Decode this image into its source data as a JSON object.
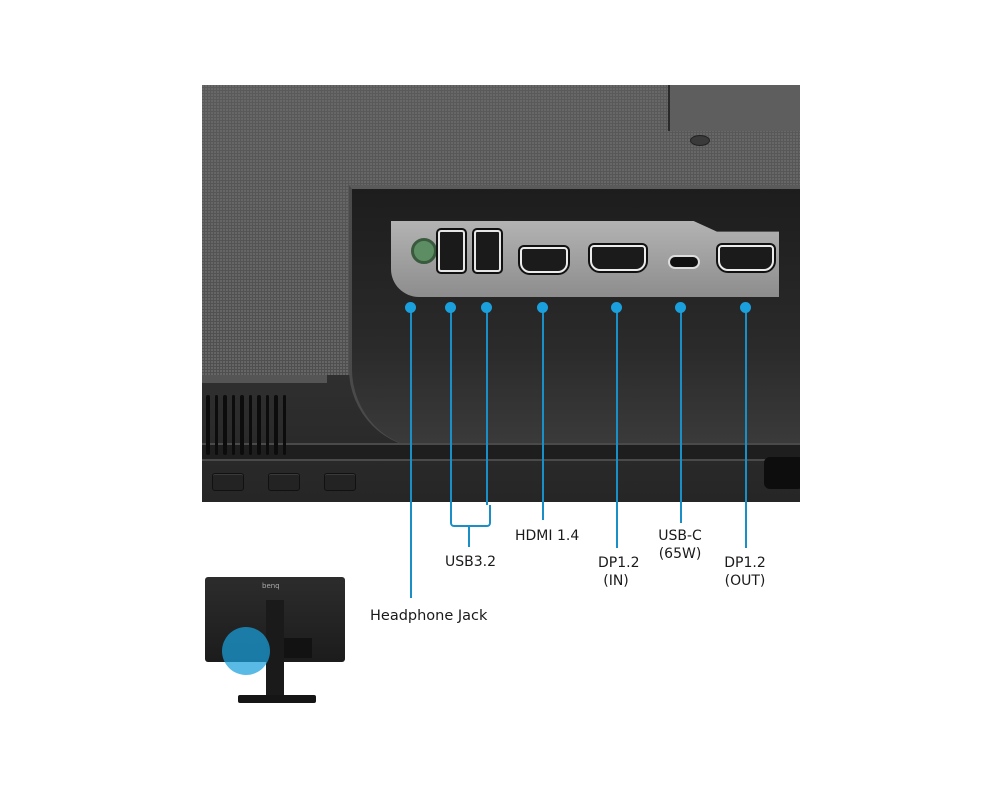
{
  "product": "BenQ monitor rear I/O",
  "colors": {
    "callout_line": "#1a8fc7",
    "callout_dot": "#1aa0dc",
    "highlight": "#1aa0dc",
    "headphone_jack": "#5d8e63"
  },
  "ports": [
    {
      "id": "headphone",
      "label": "Headphone Jack"
    },
    {
      "id": "usb",
      "label": "USB3.2"
    },
    {
      "id": "hdmi",
      "label": "HDMI 1.4"
    },
    {
      "id": "dp_in",
      "label": "DP1.2\n(IN)",
      "line1": "DP1.2",
      "line2": "(IN)"
    },
    {
      "id": "usbc",
      "label": "USB-C (65W)",
      "line1": "USB-C",
      "line2": "(65W)"
    },
    {
      "id": "dp_out",
      "label": "DP1.2 (OUT)",
      "line1": "DP1.2",
      "line2": "(OUT)"
    }
  ],
  "thumbnail": {
    "brand": "benq"
  }
}
